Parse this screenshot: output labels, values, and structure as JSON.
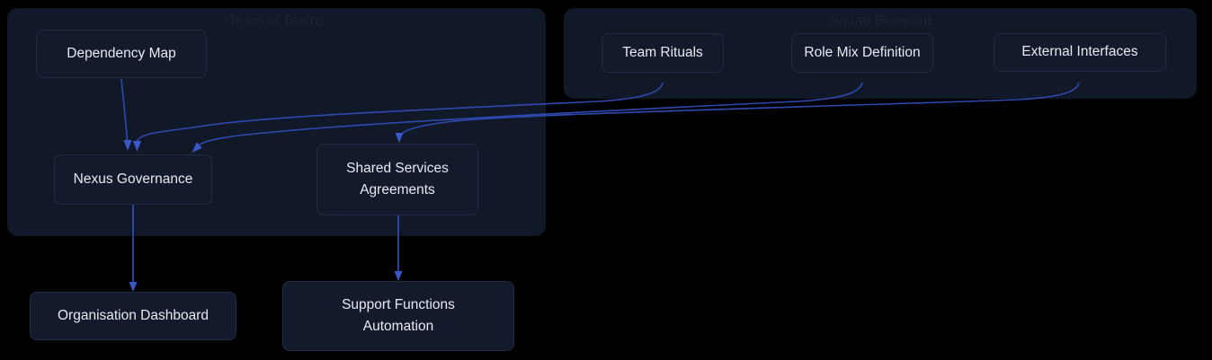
{
  "diagram": {
    "type": "flowchart",
    "background": "#000000",
    "container_fill": "#111827",
    "container_title_color": "#1c2637",
    "node_fill": "#121a2c",
    "node_border": "#222c44",
    "text_color": "#e8eaf0",
    "edge_color": "#2e4ab0",
    "arrow_color": "#3c57c8",
    "containers": [
      {
        "id": "team-of-teams",
        "title": "Team of Teams",
        "children": [
          "dependency-map",
          "nexus-governance",
          "shared-services-agreements"
        ]
      },
      {
        "id": "squad-blueprint",
        "title": "Squad Blueprint",
        "children": [
          "team-rituals",
          "role-mix-definition",
          "external-interfaces"
        ]
      }
    ],
    "nodes": [
      {
        "id": "dependency-map",
        "label": "Dependency Map"
      },
      {
        "id": "nexus-governance",
        "label": "Nexus Governance"
      },
      {
        "id": "shared-services-agreements",
        "label": "Shared Services Agreements"
      },
      {
        "id": "team-rituals",
        "label": "Team Rituals"
      },
      {
        "id": "role-mix-definition",
        "label": "Role Mix Definition"
      },
      {
        "id": "external-interfaces",
        "label": "External Interfaces"
      },
      {
        "id": "organisation-dashboard",
        "label": "Organisation Dashboard"
      },
      {
        "id": "support-functions-automation",
        "label": "Support Functions Automation"
      }
    ],
    "edges": [
      {
        "from": "dependency-map",
        "to": "nexus-governance"
      },
      {
        "from": "team-rituals",
        "to": "nexus-governance"
      },
      {
        "from": "role-mix-definition",
        "to": "nexus-governance"
      },
      {
        "from": "external-interfaces",
        "to": "shared-services-agreements"
      },
      {
        "from": "nexus-governance",
        "to": "organisation-dashboard"
      },
      {
        "from": "shared-services-agreements",
        "to": "support-functions-automation"
      }
    ]
  }
}
